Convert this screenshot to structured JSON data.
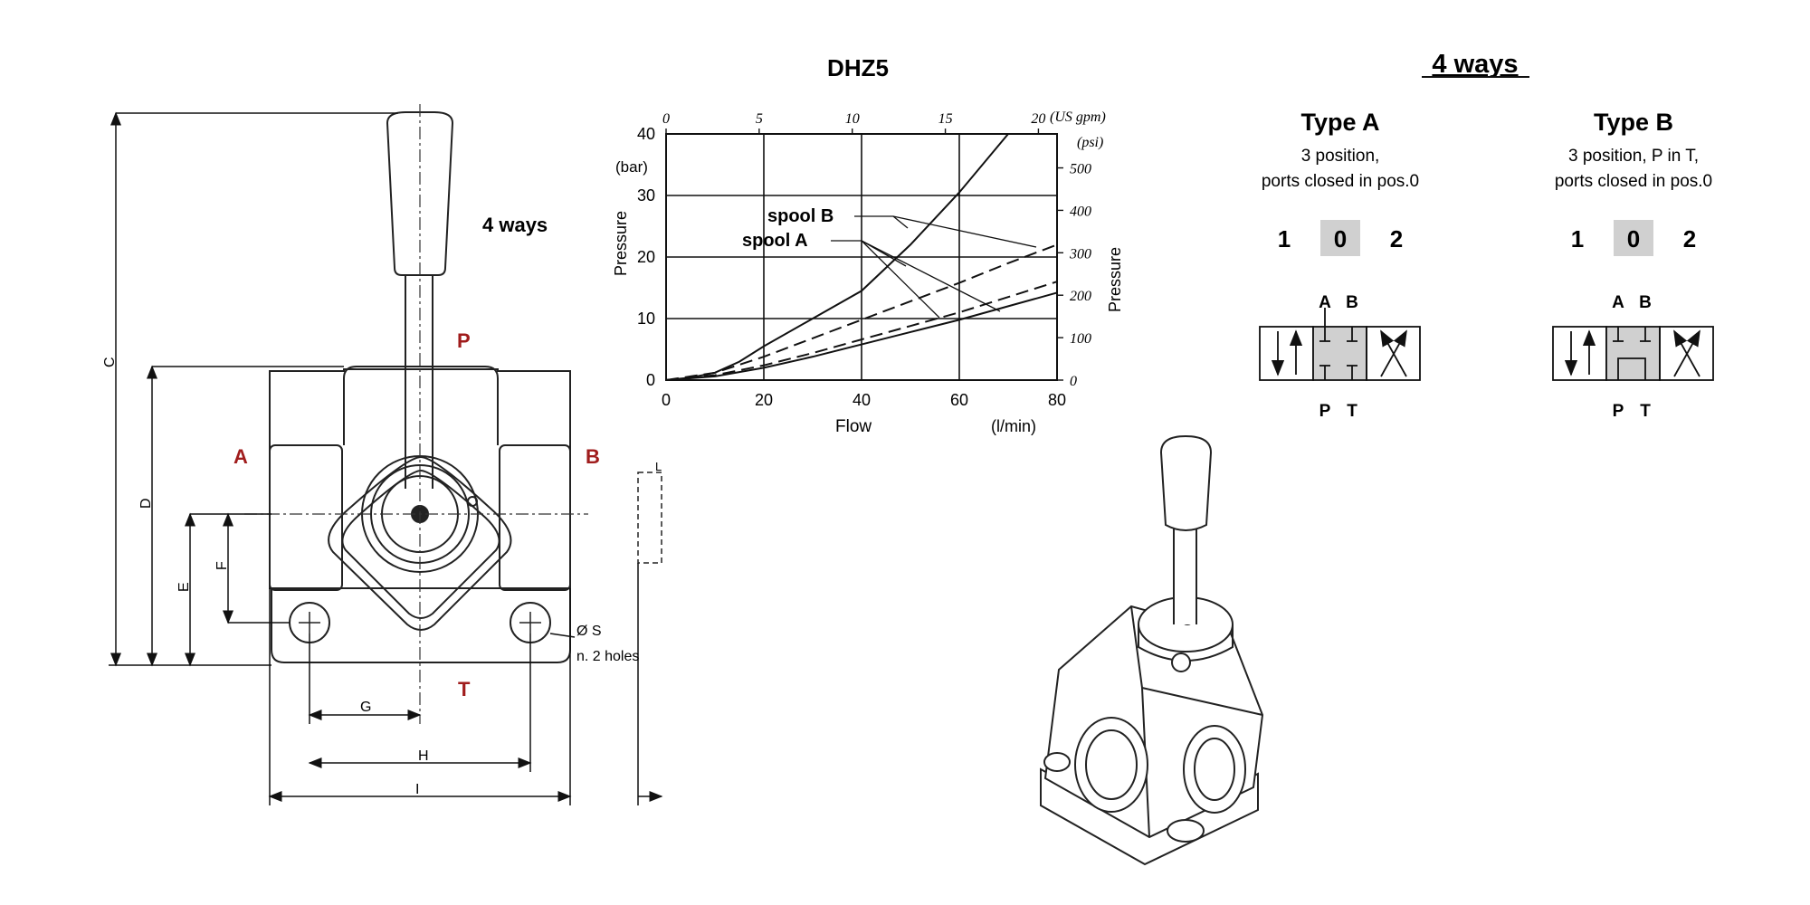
{
  "drawing": {
    "ways_label": "4 ways",
    "ports": {
      "P": "P",
      "A": "A",
      "B": "B",
      "T": "T"
    },
    "port_color": "#a01c1c",
    "dims": {
      "C": "C",
      "D": "D",
      "E": "E",
      "F": "F",
      "G": "G",
      "H": "H",
      "I": "I",
      "L": "L"
    },
    "hole_note_1": "Ø S",
    "hole_note_2": "n. 2 holes"
  },
  "chart": {
    "title": "DHZ5",
    "spool_b": "spool  B",
    "spool_a": "spool  A",
    "bottom_axis_label": "Flow",
    "bottom_unit": "(l/min)",
    "left_axis_label": "Pressure",
    "left_unit": "(bar)",
    "right_axis_label": "Pressure",
    "top_unit": "(US gpm)",
    "right_unit": "(psi)",
    "bottom_ticks": [
      "0",
      "20",
      "40",
      "60",
      "80"
    ],
    "left_ticks": [
      "0",
      "10",
      "20",
      "30",
      "40"
    ],
    "top_ticks": [
      "0",
      "5",
      "10",
      "15",
      "20"
    ],
    "right_ticks": [
      "0",
      "100",
      "200",
      "300",
      "400",
      "500"
    ]
  },
  "chart_data": {
    "type": "line",
    "title": "DHZ5",
    "xlabel": "Flow",
    "x_unit": "(l/min)",
    "ylabel": "Pressure",
    "y_unit": "(bar)",
    "secondary_xlabel": "(US gpm)",
    "secondary_ylabel": "Pressure",
    "secondary_y_unit": "(psi)",
    "xlim": [
      0,
      80
    ],
    "ylim": [
      0,
      40
    ],
    "secondary_xlim": [
      0,
      21
    ],
    "secondary_ylim": [
      0,
      580
    ],
    "grid": true,
    "series": [
      {
        "name": "spool B",
        "style": "solid",
        "x": [
          0,
          5,
          10,
          15,
          20,
          30,
          40,
          50,
          60,
          70
        ],
        "y": [
          0,
          0.4,
          1.2,
          3,
          5.5,
          10,
          14.5,
          22,
          30.5,
          40
        ]
      },
      {
        "name": "spool A",
        "style": "dashed",
        "x": [
          0,
          10,
          20,
          30,
          40,
          50,
          60,
          70,
          80
        ],
        "y": [
          0,
          1.2,
          3.8,
          6.8,
          9.8,
          12.8,
          15.8,
          19,
          22
        ]
      },
      {
        "style": "dashed",
        "x": [
          0,
          10,
          20,
          30,
          40,
          50,
          60,
          70,
          80
        ],
        "y": [
          0,
          0.8,
          2.4,
          4.4,
          6.6,
          8.8,
          11,
          13.5,
          16
        ]
      },
      {
        "style": "solid",
        "x": [
          0,
          10,
          20,
          30,
          40,
          50,
          60,
          70,
          80
        ],
        "y": [
          0,
          0.6,
          2,
          3.8,
          5.8,
          7.8,
          9.8,
          12,
          14.2
        ]
      }
    ]
  },
  "schemes": {
    "heading": "4 ways",
    "gray": "#d0d0d0",
    "types": [
      {
        "title": "Type A",
        "desc1": "3 position,",
        "desc2": "ports closed in pos.0",
        "pos1": "1",
        "pos0": "0",
        "pos2": "2",
        "port_a": "A",
        "port_b": "B",
        "port_p": "P",
        "port_t": "T"
      },
      {
        "title": "Type B",
        "desc1": "3 position, P in T,",
        "desc2": "ports closed in pos.0",
        "pos1": "1",
        "pos0": "0",
        "pos2": "2",
        "port_a": "A",
        "port_b": "B",
        "port_p": "P",
        "port_t": "T"
      }
    ]
  },
  "render": {
    "icon": "valve-3d-icon"
  }
}
